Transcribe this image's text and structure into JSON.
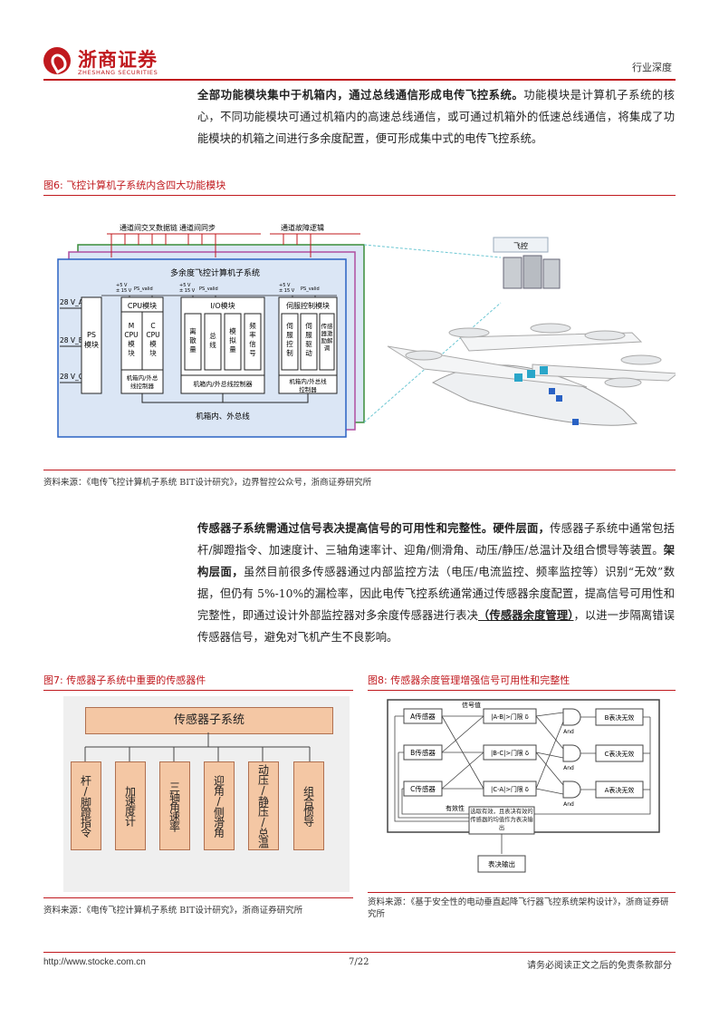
{
  "header": {
    "logo_cn": "浙商证券",
    "logo_en": "ZHESHANG SECURITIES",
    "section": "行业深度"
  },
  "p1": {
    "bold": "全部功能模块集中于机箱内，通过总线通信形成电传飞控系统。",
    "rest": "功能模块是计算机子系统的核心，不同功能模块可通过机箱内的高速总线通信，或可通过机箱外的低速总线通信，将集成了功能模块的机箱之间进行多余度配置，便可形成集中式的电传飞控系统。"
  },
  "fig6": {
    "title": "图6:  飞控计算机子系统内含四大功能模块",
    "top_labels": [
      "通道间交叉数据链",
      "通道间同步",
      "通道故障逻辑"
    ],
    "system_title": "多余度飞控计算机子系统",
    "inputs": [
      "28 V_A",
      "28 V_B",
      "28 V_C"
    ],
    "ps_module": "PS模块",
    "cpu_module": "CPU模块",
    "cpu_m": "M CPU 模块",
    "cpu_c": "C CPU 模块",
    "cpu_ctrl": "机箱内/外总线控制器",
    "io_module": "I/O模块",
    "io_items": [
      "离散量",
      "总线",
      "模拟量",
      "频率信号"
    ],
    "io_ctrl": "机箱内/外总线控制器",
    "servo_module": "伺服控制模块",
    "servo_items": [
      "伺服控制",
      "伺服驱动",
      "传感器激励解调"
    ],
    "servo_ctrl": "机箱内/外总线控制器",
    "bus": "机箱内、外总线",
    "power": "+5 V\n± 15 V",
    "ps_valid": "PS_valid",
    "aircraft_label": "飞控",
    "source": "资料来源：《电传飞控计算机子系统 BIT设计研究》，边界智控公众号，浙商证券研究所"
  },
  "p2": {
    "b1": "传感器子系统需通过信号表决提高信号的可用性和完整性。硬件层面，",
    "t1": "传感器子系统中通常包括杆/脚蹬指令、加速度计、三轴角速率计、迎角/侧滑角、动压/静压/总温计及组合惯导等装置。",
    "b2": "架构层面，",
    "t2": "虽然目前很多传感器通过内部监控方法（电压/电流监控、频率监控等）识别“无效”数据，但仍有 5%-10%的漏检率，因此电传飞控系统通常通过传感器余度配置，提高信号可用性和完整性，即通过设计外部监控器对多余度传感器进行表决",
    "u": "（传感器余度管理）",
    "t3": "，以进一步隔离错误传感器信号，避免对飞机产生不良影响。"
  },
  "fig7": {
    "title": "图7:  传感器子系统中重要的传感器件",
    "top": "传感器子系统",
    "items": [
      "杆/脚蹬指令",
      "加速度计",
      "三轴角速率",
      "迎角/侧滑角",
      "动压/静压/总温",
      "组合惯导"
    ],
    "source": "资料来源：《电传飞控计算机子系统 BIT设计研究》，浙商证券研究所"
  },
  "fig8": {
    "title": "图8:  传感器余度管理增强信号可用性和完整性",
    "sensors": [
      "A传感器",
      "B传感器",
      "C传感器"
    ],
    "signal_label": "信号值",
    "compare": [
      "|A-B|>门限 δ",
      "|B-C|>门限 δ",
      "|C-A|>门限 δ"
    ],
    "and_label": "And",
    "results": [
      "B表决无效",
      "C表决无效",
      "A表决无效"
    ],
    "valid_label": "有效性",
    "select": "选取有效，且表决有效的传感器的均值作为表决输出",
    "output": "表决输出",
    "source": "资料来源：《基于安全性的电动垂直起降飞行器飞控系统架构设计》，浙商证券研究所"
  },
  "footer": {
    "url": "http://www.stocke.com.cn",
    "page": "7/22",
    "disclaimer": "请务必阅读正文之后的免责条款部分"
  },
  "colors": {
    "brand_red": "#c0191e",
    "diagram_blue": "#1a3fa8",
    "box_peach": "#f4c7a4"
  }
}
